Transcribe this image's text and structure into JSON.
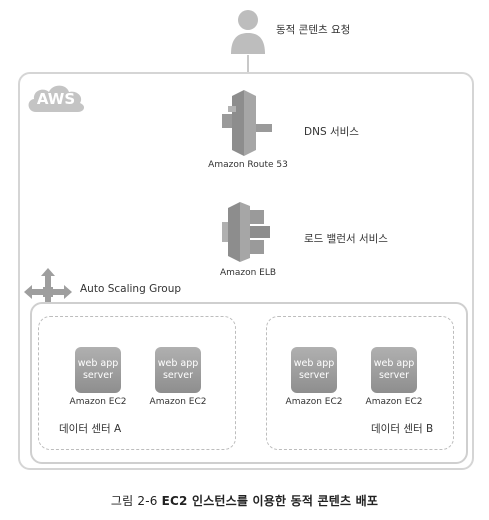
{
  "user": {
    "label": "동적 콘텐츠 요청",
    "icon": "user-icon"
  },
  "aws": {
    "badge": "AWS"
  },
  "route53": {
    "service_label": "DNS 서비스",
    "caption": "Amazon Route 53",
    "icon": "route53-icon"
  },
  "elb": {
    "service_label": "로드 밸런서 서비스",
    "caption": "Amazon ELB",
    "icon": "elb-icon"
  },
  "auto_scaling": {
    "label": "Auto Scaling Group",
    "icon": "auto-scaling-icon"
  },
  "datacenters": [
    {
      "label": "데이터 센터 A",
      "instances": [
        {
          "line1": "web app",
          "line2": "server",
          "caption": "Amazon EC2"
        },
        {
          "line1": "web app",
          "line2": "server",
          "caption": "Amazon EC2"
        }
      ]
    },
    {
      "label": "데이터 센터 B",
      "instances": [
        {
          "line1": "web app",
          "line2": "server",
          "caption": "Amazon EC2"
        },
        {
          "line1": "web app",
          "line2": "server",
          "caption": "Amazon EC2"
        }
      ]
    }
  ],
  "figure_caption": {
    "prefix": "그림 2-6",
    "text": "EC2 인스턴스를 이용한 동적 콘텐츠 배포"
  },
  "colors": {
    "icon_gray": "#9a9a9a",
    "border": "#d5d5d5",
    "aws_cloud": "#c4c4c4"
  }
}
